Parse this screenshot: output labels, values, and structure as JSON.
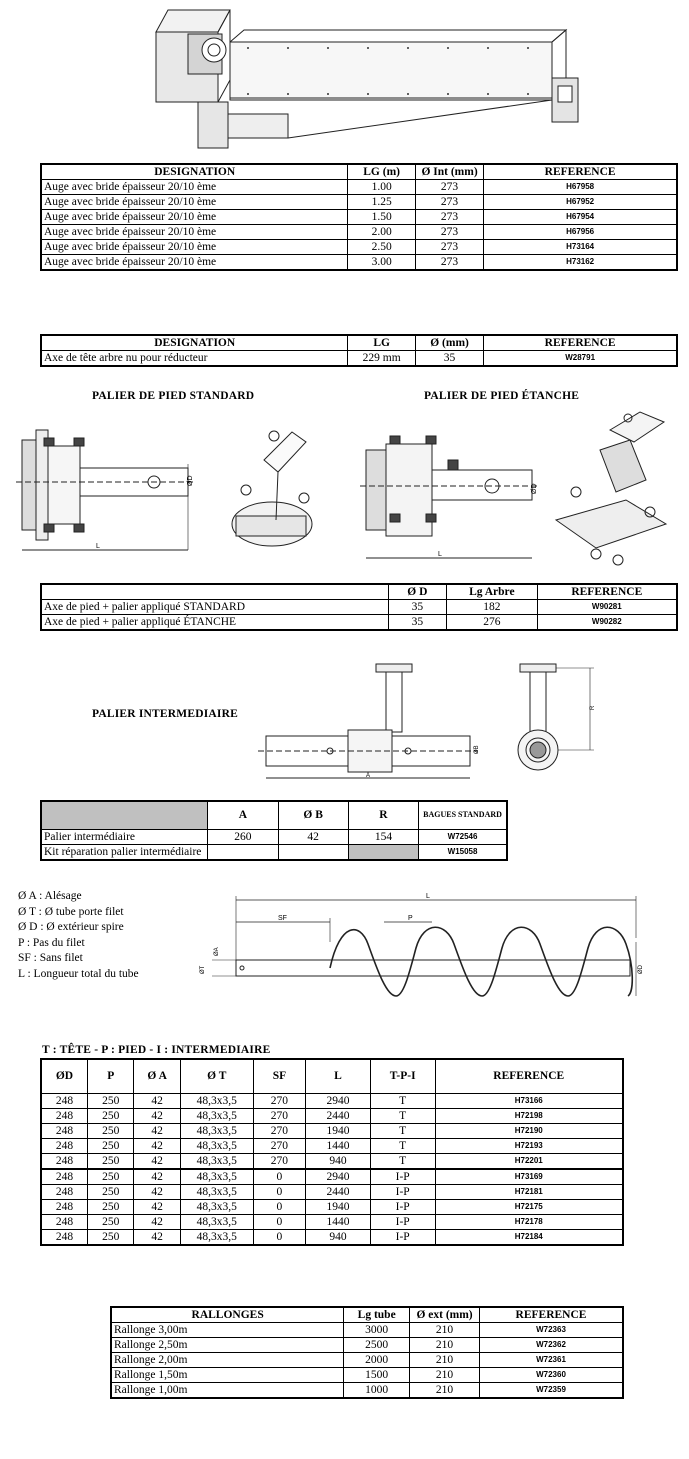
{
  "auge": {
    "headers": [
      "DESIGNATION",
      "LG (m)",
      "Ø Int (mm)",
      "REFERENCE"
    ],
    "rows": [
      [
        "Auge avec bride épaisseur 20/10 ème",
        "1.00",
        "273",
        "H67958"
      ],
      [
        "Auge avec bride épaisseur 20/10 ème",
        "1.25",
        "273",
        "H67952"
      ],
      [
        "Auge avec bride épaisseur 20/10 ème",
        "1.50",
        "273",
        "H67954"
      ],
      [
        "Auge avec bride épaisseur 20/10 ème",
        "2.00",
        "273",
        "H67956"
      ],
      [
        "Auge avec bride épaisseur 20/10 ème",
        "2.50",
        "273",
        "H73164"
      ],
      [
        "Auge avec bride épaisseur 20/10 ème",
        "3.00",
        "273",
        "H73162"
      ]
    ]
  },
  "axe_tete": {
    "headers": [
      "DESIGNATION",
      "LG",
      "Ø (mm)",
      "REFERENCE"
    ],
    "rows": [
      [
        "Axe de tête arbre nu pour réducteur",
        "229 mm",
        "35",
        "W28791"
      ]
    ]
  },
  "palier_pied": {
    "standard_title": "PALIER DE PIED STANDARD",
    "etanche_title": "PALIER DE PIED ÉTANCHE",
    "dim_label_L": "L",
    "dim_label_D": "ØD",
    "headers": [
      "Ø D",
      "Lg Arbre",
      "REFERENCE"
    ],
    "rows": [
      [
        "Axe de pied + palier appliqué STANDARD",
        "35",
        "182",
        "W90281"
      ],
      [
        "Axe de pied + palier appliqué ÉTANCHE",
        "35",
        "276",
        "W90282"
      ]
    ]
  },
  "palier_intermediaire": {
    "title": "PALIER INTERMEDIAIRE",
    "dim_A": "A",
    "dim_B": "ØB",
    "dim_R": "R",
    "headers": [
      "A",
      "Ø B",
      "R",
      "BAGUES STANDARD"
    ],
    "rows": [
      [
        "Palier intermédiaire",
        "260",
        "42",
        "154",
        "W72546"
      ],
      [
        "Kit réparation palier intermédiaire",
        "",
        "",
        "",
        "W15058"
      ]
    ]
  },
  "vis": {
    "legend": [
      "Ø A : Alésage",
      "Ø T : Ø tube porte filet",
      "Ø D : Ø extérieur spire",
      "P : Pas du filet",
      "SF : Sans filet",
      "L : Longueur total du tube"
    ],
    "dims": {
      "L": "L",
      "SF": "SF",
      "P": "P",
      "A": "ØA",
      "T": "ØT",
      "D": "ØD"
    },
    "section_title": "T : TÊTE - P : PIED - I : INTERMEDIAIRE",
    "headers": [
      "ØD",
      "P",
      "Ø A",
      "Ø T",
      "SF",
      "L",
      "T-P-I",
      "REFERENCE"
    ],
    "rows": [
      [
        "248",
        "250",
        "42",
        "48,3x3,5",
        "270",
        "2940",
        "T",
        "H73166"
      ],
      [
        "248",
        "250",
        "42",
        "48,3x3,5",
        "270",
        "2440",
        "T",
        "H72198"
      ],
      [
        "248",
        "250",
        "42",
        "48,3x3,5",
        "270",
        "1940",
        "T",
        "H72190"
      ],
      [
        "248",
        "250",
        "42",
        "48,3x3,5",
        "270",
        "1440",
        "T",
        "H72193"
      ],
      [
        "248",
        "250",
        "42",
        "48,3x3,5",
        "270",
        "940",
        "T",
        "H72201"
      ],
      [
        "248",
        "250",
        "42",
        "48,3x3,5",
        "0",
        "2940",
        "I-P",
        "H73169"
      ],
      [
        "248",
        "250",
        "42",
        "48,3x3,5",
        "0",
        "2440",
        "I-P",
        "H72181"
      ],
      [
        "248",
        "250",
        "42",
        "48,3x3,5",
        "0",
        "1940",
        "I-P",
        "H72175"
      ],
      [
        "248",
        "250",
        "42",
        "48,3x3,5",
        "0",
        "1440",
        "I-P",
        "H72178"
      ],
      [
        "248",
        "250",
        "42",
        "48,3x3,5",
        "0",
        "940",
        "I-P",
        "H72184"
      ]
    ]
  },
  "rallonges": {
    "headers": [
      "RALLONGES",
      "Lg tube",
      "Ø ext (mm)",
      "REFERENCE"
    ],
    "rows": [
      [
        "Rallonge 3,00m",
        "3000",
        "210",
        "W72363"
      ],
      [
        "Rallonge 2,50m",
        "2500",
        "210",
        "W72362"
      ],
      [
        "Rallonge 2,00m",
        "2000",
        "210",
        "W72361"
      ],
      [
        "Rallonge 1,50m",
        "1500",
        "210",
        "W72360"
      ],
      [
        "Rallonge 1,00m",
        "1000",
        "210",
        "W72359"
      ]
    ]
  }
}
